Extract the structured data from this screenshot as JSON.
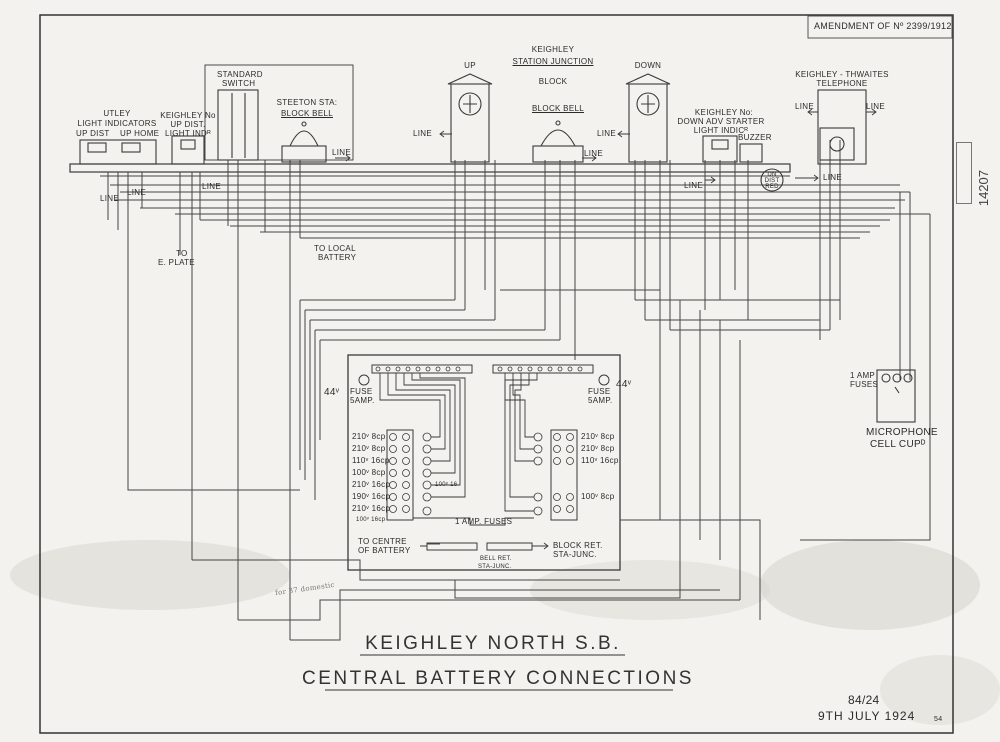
{
  "amendment": "AMENDMENT OF Nº 2399/1912",
  "components": {
    "utley": {
      "title": "UTLEY",
      "subtitle": "LIGHT INDICATORS",
      "left": "UP DIST",
      "right": "UP HOME"
    },
    "keighley_up": {
      "title": "KEIGHLEY No",
      "sub1": "UP DIST.",
      "sub2": "LIGHT INDᴿ"
    },
    "standard_switch": {
      "line1": "STANDARD",
      "line2": "SWITCH"
    },
    "steeton": {
      "line1": "STEETON STA:",
      "line2": "BLOCK BELL"
    },
    "station_block": {
      "line1": "KEIGHLEY",
      "line2": "STATION JUNCTION",
      "line3": "BLOCK",
      "up": "UP",
      "down": "DOWN",
      "bell": "BLOCK BELL"
    },
    "keighley_down": {
      "title": "KEIGHLEY No:",
      "sub1": "DOWN ADV STARTER",
      "sub2": "LIGHT INDICᴿ",
      "buzzer": "BUZZER"
    },
    "telephone": {
      "line1": "KEIGHLEY - THWAITES",
      "line2": "TELEPHONE"
    },
    "dist_red": {
      "line1": "DN",
      "line2": "DIST",
      "line3": "RED"
    }
  },
  "wire_labels": {
    "line": "LINE",
    "to_eplate_1": "TO",
    "to_eplate_2": "E. PLATE",
    "local_battery_1": "TO LOCAL",
    "local_battery_2": "BATTERY",
    "centre_battery_1": "TO CENTRE",
    "centre_battery_2": "OF BATTERY",
    "bell_ret_1": "BELL RET.",
    "bell_ret_2": "STA-JUNC.",
    "block_ret_1": "BLOCK RET.",
    "block_ret_2": "STA-JUNC."
  },
  "battery": {
    "left_voltage": "44ᵛ",
    "right_voltage": "44ᵛ",
    "left_fuse_1": "FUSE",
    "left_fuse_2": "5AMP.",
    "right_fuse_1": "FUSE",
    "right_fuse_2": "5AMP.",
    "left_lamps": [
      "210ᵛ 8cp",
      "210ᵛ 8cp",
      "110ᵛ 16cp",
      "100ᵛ 8cp",
      "210ᵛ 16cp",
      "190ᵛ 16cp",
      "210ᵛ 16cp",
      "100ᵛ 16cp"
    ],
    "mid_lamp": "100ᵛ 16",
    "right_lamps": [
      "210ᵛ 8cp",
      "210ᵛ 8cp",
      "110ᵛ 16cp",
      "100ᵛ 8cp"
    ],
    "amp_fuses": "1 AMP. FUSES"
  },
  "microphone": {
    "fuses_1": "1 AMP",
    "fuses_2": "FUSES",
    "label_1": "MICROPHONE",
    "label_2": "CELL CUPᴰ"
  },
  "title": {
    "line1": "KEIGHLEY NORTH S.B.",
    "line2": "CENTRAL BATTERY CONNECTIONS"
  },
  "drawing_number": "84/24",
  "date": "9TH JULY 1924",
  "side_reference": "14207",
  "small_marks": {
    "corner": "54",
    "scribble": "for 37 domestic"
  }
}
